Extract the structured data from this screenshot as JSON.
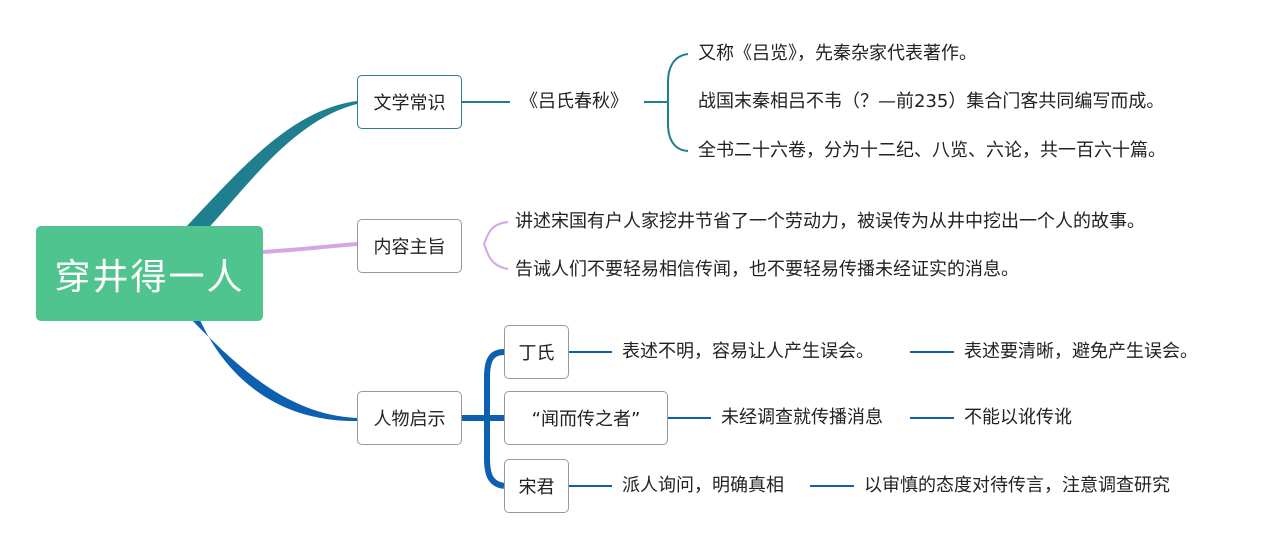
{
  "root": {
    "title": "穿井得一人"
  },
  "branches": {
    "literature": {
      "label": "文学常识",
      "book": "《吕氏春秋》",
      "facts": [
        "又称《吕览》，先秦杂家代表著作。",
        "战国末秦相吕不韦（？—前235）集合门客共同编写而成。",
        "全书二十六卷，分为十二纪、八览、六论，共一百六十篇。"
      ]
    },
    "theme": {
      "label": "内容主旨",
      "points": [
        "讲述宋国有户人家挖井节省了一个劳动力，被误传为从井中挖出一个人的故事。",
        "告诫人们不要轻易相信传闻，也不要轻易传播未经证实的消息。"
      ]
    },
    "characters": {
      "label": "人物启示",
      "items": [
        {
          "name": "丁氏",
          "behavior": "表述不明，容易让人产生误会。",
          "lesson": "表述要清晰，避免产生误会。"
        },
        {
          "name": "“闻而传之者”",
          "behavior": "未经调查就传播消息",
          "lesson": "不能以讹传讹"
        },
        {
          "name": "宋君",
          "behavior": "派人询问，明确真相",
          "lesson": "以审慎的态度对待传言，注意调查研究"
        }
      ]
    }
  },
  "colors": {
    "root_fill": "#4fc48f",
    "literature_branch": "#1f7f8e",
    "theme_branch": "#d4a6e6",
    "characters_branch": "#0d5fb0"
  }
}
